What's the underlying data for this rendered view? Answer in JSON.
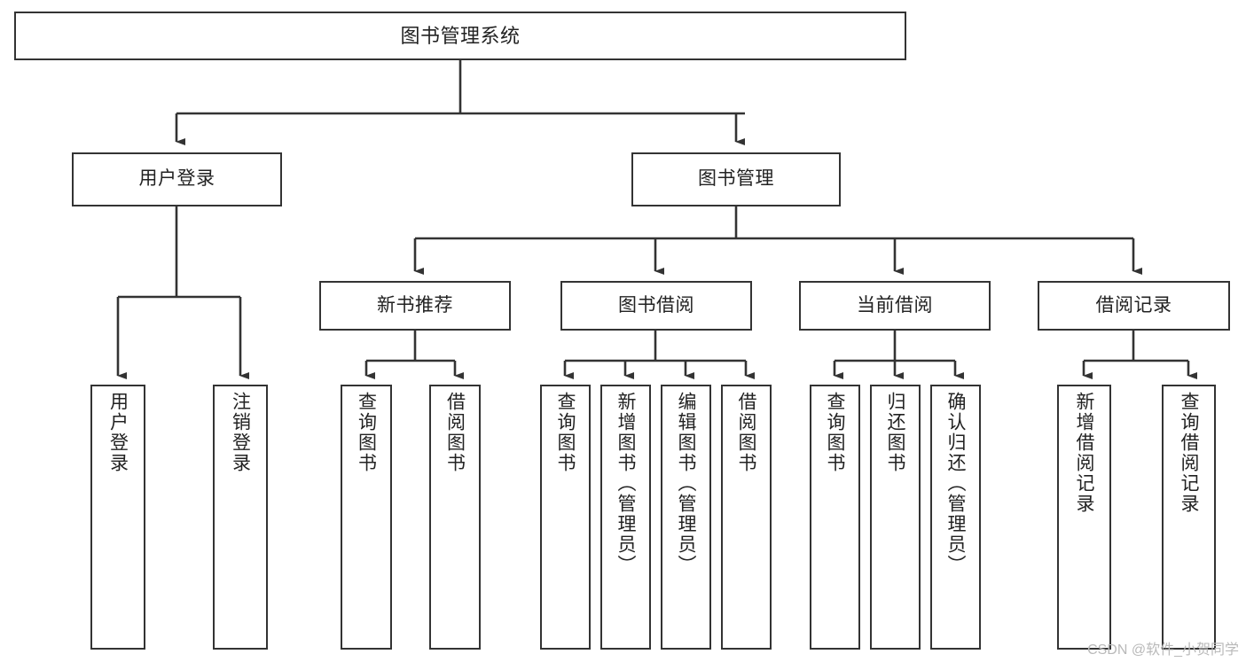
{
  "diagram": {
    "title": "图书管理系统",
    "type": "tree",
    "watermark": "CSDN @软件_小贺同学",
    "colors": {
      "border": "#333333",
      "background": "#ffffff",
      "text": "#222222",
      "watermark": "#b9b9b9"
    },
    "nodes": {
      "root": {
        "label": "图书管理系统"
      },
      "level1": [
        {
          "id": "user-login",
          "label": "用户登录"
        },
        {
          "id": "book-manage",
          "label": "图书管理"
        }
      ],
      "level2": [
        {
          "id": "new-book-recommend",
          "label": "新书推荐",
          "parent": "book-manage"
        },
        {
          "id": "book-borrow",
          "label": "图书借阅",
          "parent": "book-manage"
        },
        {
          "id": "current-borrow",
          "label": "当前借阅",
          "parent": "book-manage"
        },
        {
          "id": "borrow-record",
          "label": "借阅记录",
          "parent": "book-manage"
        }
      ],
      "leaves": [
        {
          "id": "leaf-user-login",
          "label": "用户登录",
          "parent": "user-login"
        },
        {
          "id": "leaf-user-logout",
          "label": "注销登录",
          "parent": "user-login"
        },
        {
          "id": "leaf-query-book-1",
          "label": "查询图书",
          "parent": "new-book-recommend"
        },
        {
          "id": "leaf-borrow-book-1",
          "label": "借阅图书",
          "parent": "new-book-recommend"
        },
        {
          "id": "leaf-query-book-2",
          "label": "查询图书",
          "parent": "book-borrow"
        },
        {
          "id": "leaf-add-book",
          "label": "新增图书（管理员）",
          "parent": "book-borrow"
        },
        {
          "id": "leaf-edit-book",
          "label": "编辑图书（管理员）",
          "parent": "book-borrow"
        },
        {
          "id": "leaf-borrow-book-2",
          "label": "借阅图书",
          "parent": "book-borrow"
        },
        {
          "id": "leaf-query-book-3",
          "label": "查询图书",
          "parent": "current-borrow"
        },
        {
          "id": "leaf-return-book",
          "label": "归还图书",
          "parent": "current-borrow"
        },
        {
          "id": "leaf-confirm-return",
          "label": "确认归还（管理员）",
          "parent": "current-borrow"
        },
        {
          "id": "leaf-add-record",
          "label": "新增借阅记录",
          "parent": "borrow-record"
        },
        {
          "id": "leaf-query-record",
          "label": "查询借阅记录",
          "parent": "borrow-record"
        }
      ]
    }
  }
}
